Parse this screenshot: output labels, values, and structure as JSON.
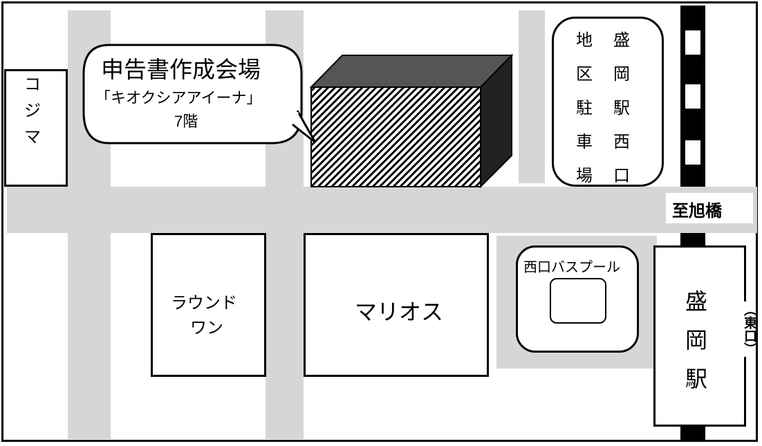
{
  "callout": {
    "title": "申告書作成会場",
    "venue": "「キオクシアアイーナ」",
    "floor": "7階"
  },
  "landmarks": {
    "kojima": [
      "コ",
      "ジ",
      "マ"
    ],
    "round_one": [
      "ラウンド",
      "ワン"
    ],
    "marios": "マリオス",
    "bus_pool": "西口バスプール",
    "asahibashi": "至旭橋",
    "morioka_station": [
      "盛",
      "岡",
      "駅"
    ],
    "east_exit": "（東口）"
  },
  "parking": {
    "col_left": [
      "地",
      "区",
      "駐",
      "車",
      "場"
    ],
    "col_right": [
      "盛",
      "岡",
      "駅",
      "西",
      "口"
    ]
  }
}
